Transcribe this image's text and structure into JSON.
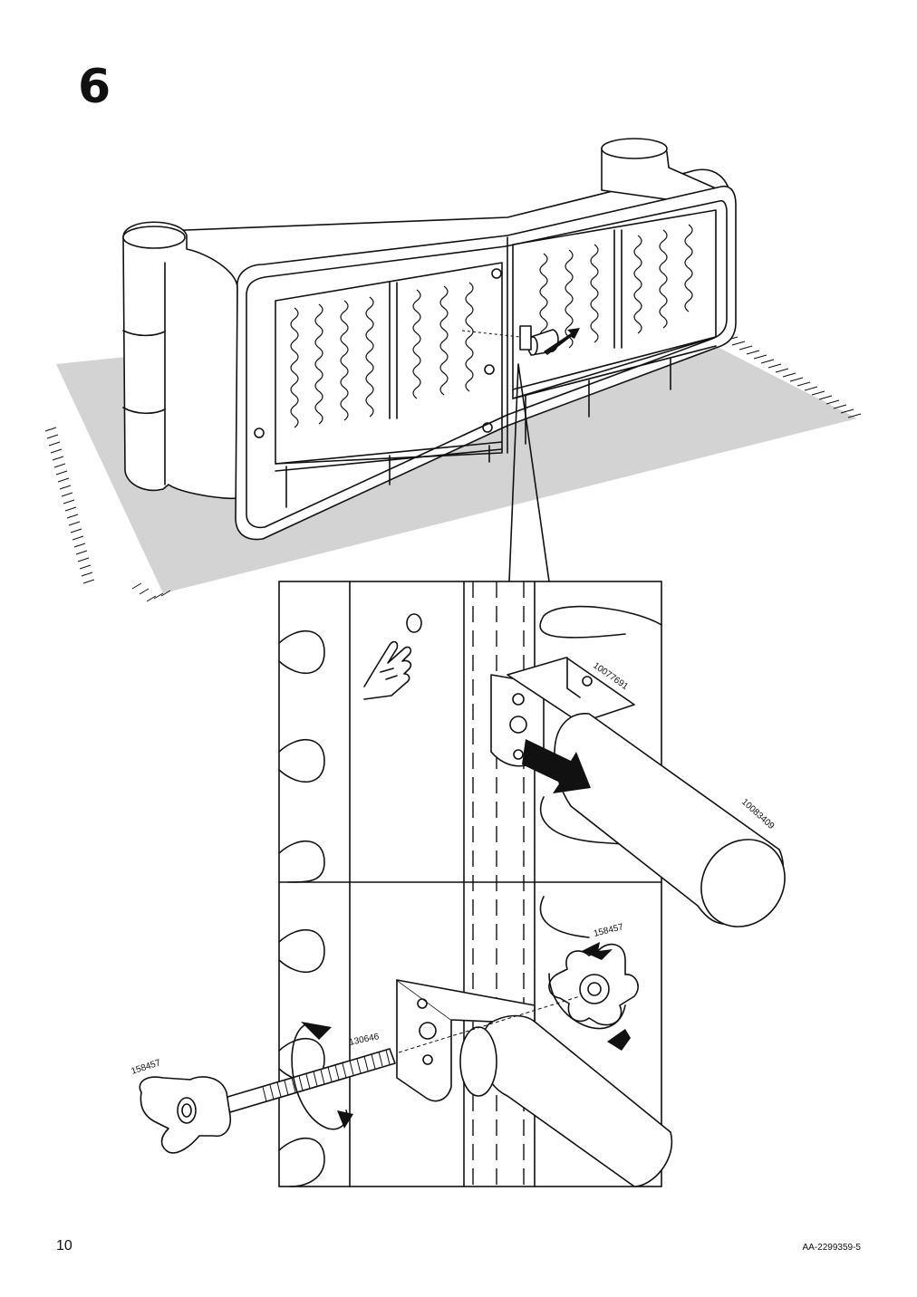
{
  "step": {
    "number": "6"
  },
  "parts": {
    "bracket": "10077691",
    "leg": "10083409",
    "wing_nut_right": "158457",
    "bolt": "130646",
    "wing_nut_left": "158457"
  },
  "footer": {
    "page_number": "10",
    "document_code": "AA-2299359-5"
  },
  "icons": [
    "sofa-frame-illustration",
    "rug",
    "push-arrow-icon",
    "hand-press-icon",
    "rotate-arrow-icon",
    "wing-nut",
    "bolt"
  ],
  "colors": {
    "rug": "#d3d3d3",
    "line": "#111111",
    "background": "#ffffff"
  }
}
